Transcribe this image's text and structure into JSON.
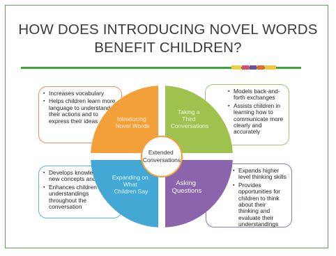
{
  "title_line1": "HOW DOES INTRODUCING NOVEL WORDS",
  "title_line2": "BENEFIT CHILDREN?",
  "center": {
    "line1": "Extended",
    "line2": "Conversations"
  },
  "quadrants": {
    "top_left": {
      "line1": "Introducing",
      "line2": "Novel Words"
    },
    "top_right": {
      "line1": "Taking a",
      "line2": "Third",
      "line3": "Conversations"
    },
    "bottom_left": {
      "line1": "Expanding on",
      "line2": "What",
      "line3": "Children Say"
    },
    "bottom_right": {
      "line1": "Asking",
      "line2": "Questions"
    }
  },
  "boxes": {
    "top_left": [
      "Increases vocabulary",
      "Helps children learn more language to understand their actions and to express their ideas"
    ],
    "top_right": [
      "Models back-and-forth exchanges",
      "Assists children in learning how to communicate more clearly and accurately"
    ],
    "bottom_left": [
      "Develops knowledge of new concepts and skills",
      "Enhances children's understandings throughout the conversation"
    ],
    "bottom_right": [
      "Expands higher level thinking skills",
      "Provides opportunities for children to think about their thinking and evaluate their understandings"
    ]
  },
  "colors": {
    "orange": "#f4a03a",
    "green": "#9fc24e",
    "blue": "#43a9d4",
    "purple": "#8a64ad",
    "rule": "#3aa635",
    "box_border_orange": "#ee8f60",
    "box_border_green": "#9cc96a",
    "box_border_blue": "#5bb6e0",
    "box_border_purple": "#9177b9"
  }
}
